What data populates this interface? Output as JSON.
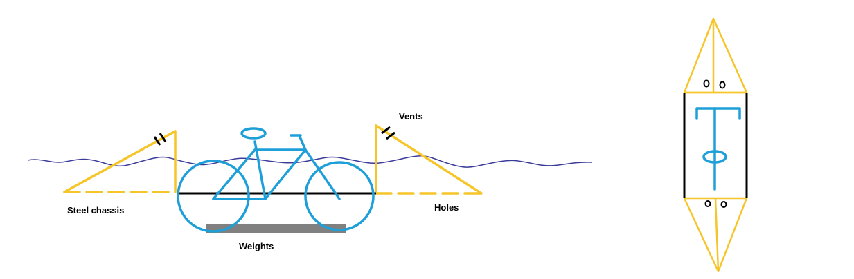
{
  "labels": {
    "vents": "Vents",
    "steel_chassis": "Steel chassis",
    "holes": "Holes",
    "weights": "Weights"
  },
  "colors": {
    "float_yellow": "#f5c52a",
    "bike_blue": "#1e9fd8",
    "water_purple": "#3b3b9a",
    "chassis_black": "#000000",
    "weights_gray": "#808080",
    "label_text": "#000000"
  }
}
